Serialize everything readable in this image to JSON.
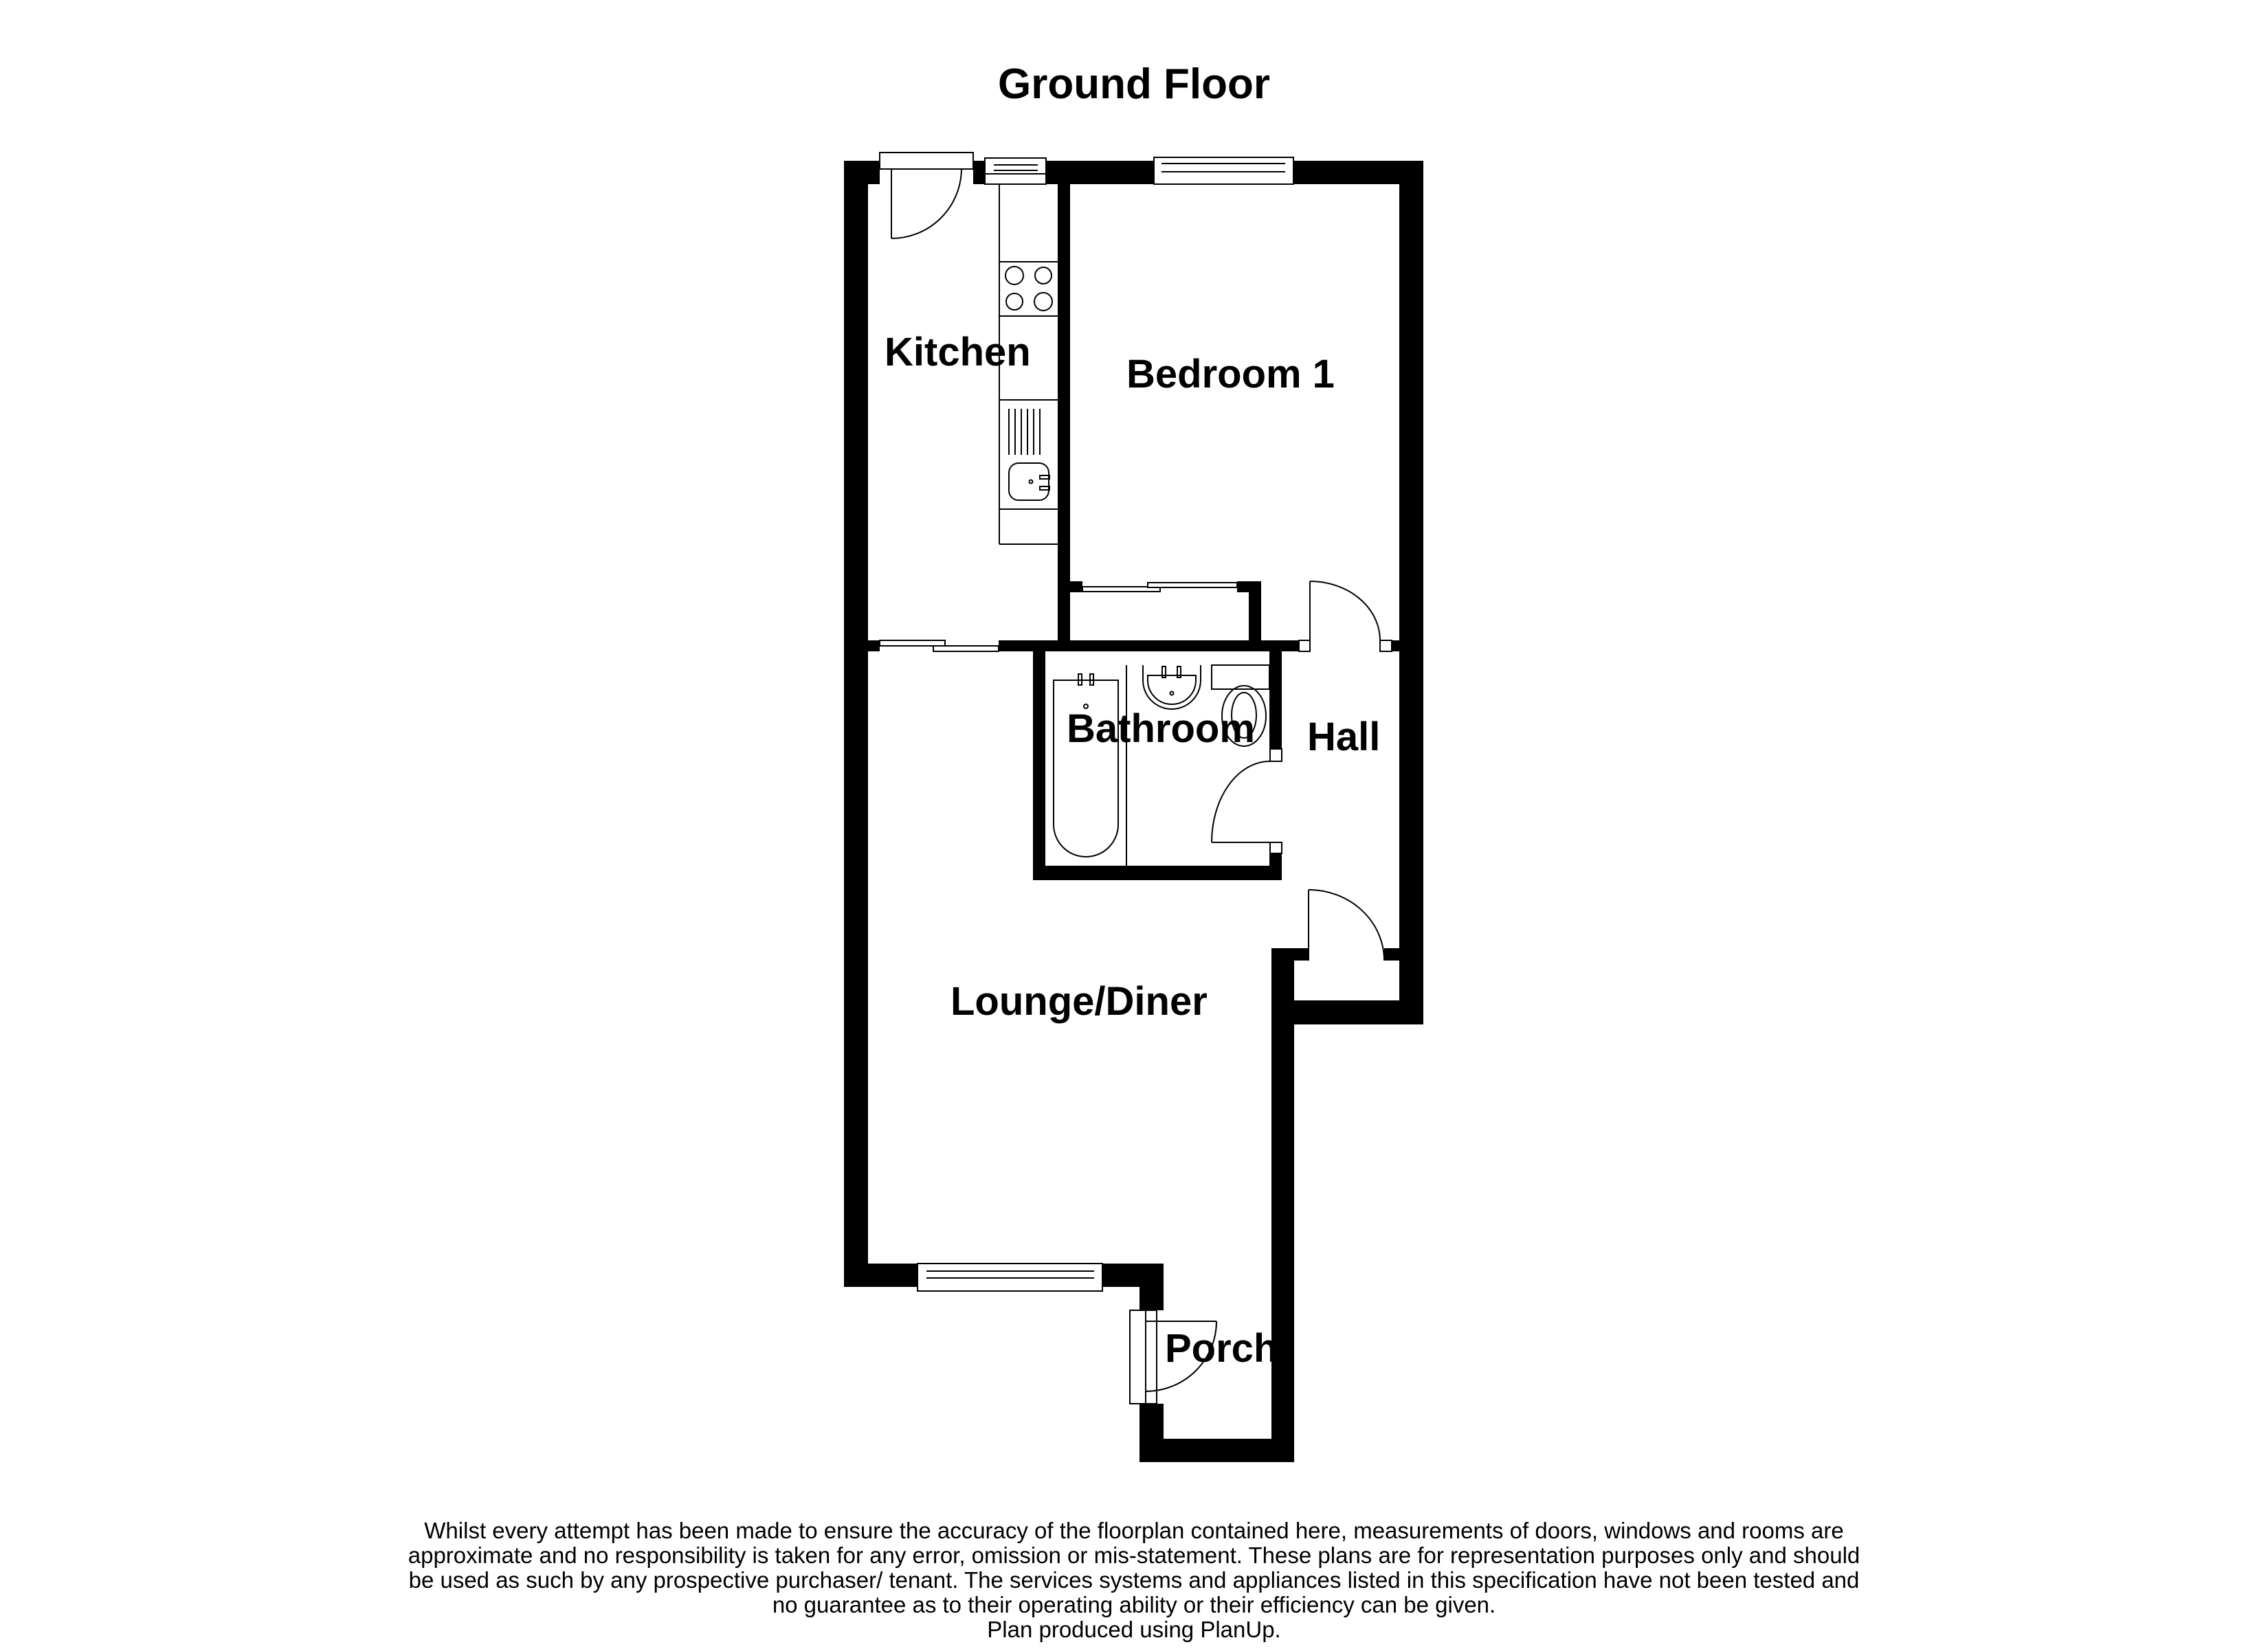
{
  "title": "Ground Floor",
  "rooms": {
    "kitchen": "Kitchen",
    "bedroom1": "Bedroom 1",
    "bathroom": "Bathroom",
    "hall": "Hall",
    "lounge_diner": "Lounge/Diner",
    "porch": "Porch"
  },
  "footer": {
    "lines": [
      "Whilst every attempt has been made to ensure the accuracy of the floorplan contained here, measurements of doors, windows and rooms are",
      "approximate and no responsibility is taken for any error, omission or mis-statement. These plans are for representation purposes only and should",
      "be used as such by any prospective purchaser/ tenant. The services systems and appliances listed in this specification have not been tested and",
      "no guarantee as to their operating ability or their efficiency can be given.",
      "Plan produced using PlanUp."
    ]
  },
  "colors": {
    "wall": "#000000",
    "background": "#ffffff",
    "fixture_line": "#000000"
  }
}
